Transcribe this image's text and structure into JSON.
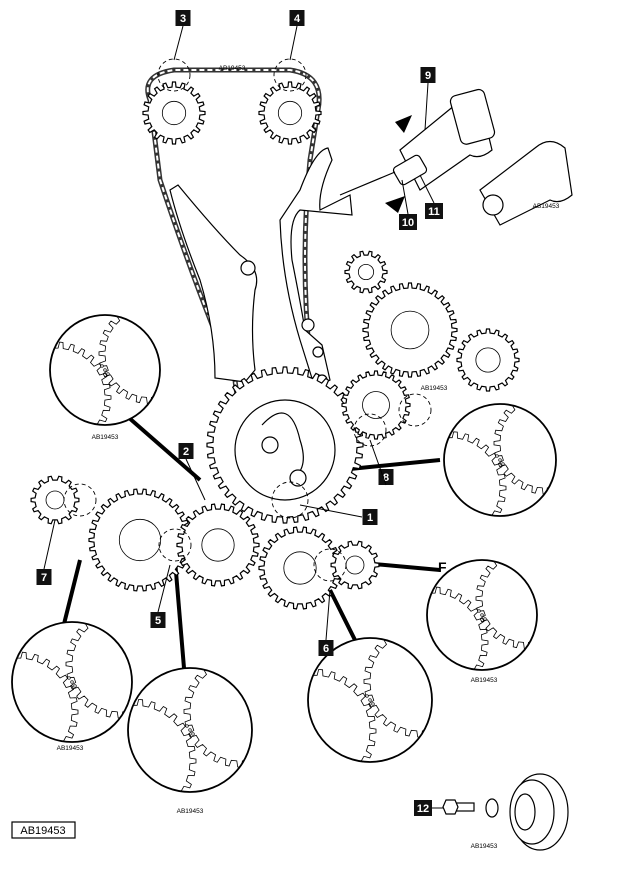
{
  "figure_ref": "AB19453",
  "callouts": [
    "1",
    "2",
    "3",
    "4",
    "5",
    "6",
    "7",
    "8",
    "9",
    "10",
    "11",
    "12"
  ],
  "detail_letter": "F",
  "ref_labels": {
    "top_chain": "AB19453",
    "tensioner": "AB19453",
    "right_gears": "AB19453",
    "detail_upper_left": "AB19453",
    "detail_f": "AB19453",
    "detail_7": "AB19453",
    "detail_5": "AB19453",
    "pulley": "AB19453"
  },
  "frame_ref": "AB19453"
}
